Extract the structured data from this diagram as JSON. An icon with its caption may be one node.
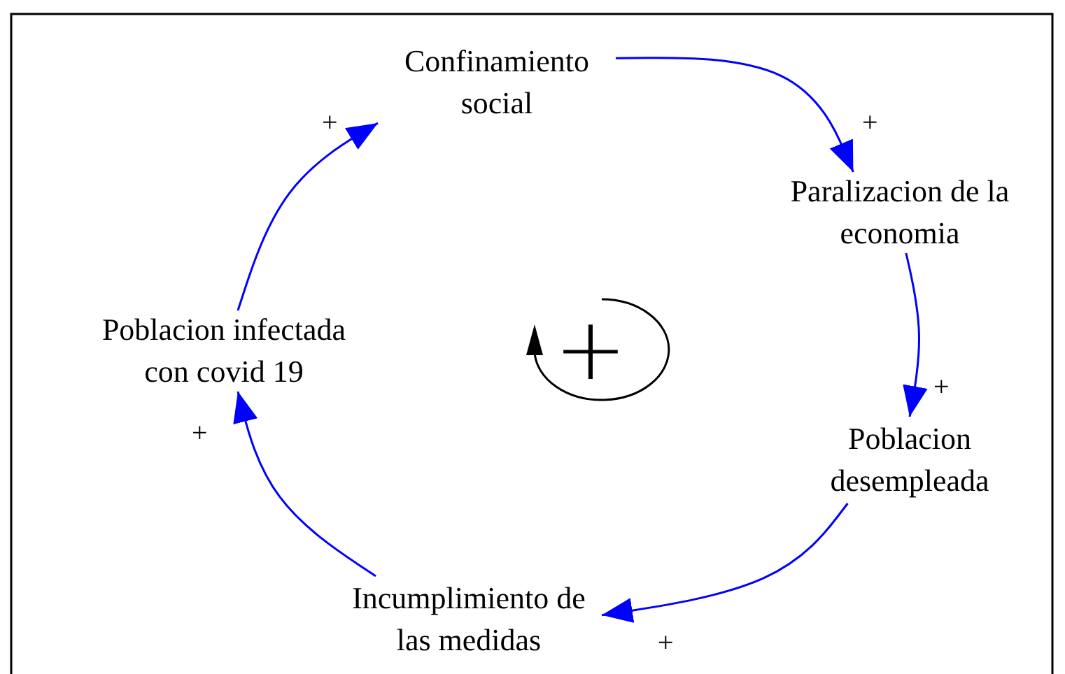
{
  "diagram": {
    "nodes": [
      {
        "text": [
          "Confinamiento social"
        ]
      },
      {
        "text": [
          "Paralizacion de la economia"
        ]
      },
      {
        "text": [
          "Poblacion desempleada"
        ]
      },
      {
        "text": [
          "Incumplimiento de las medidas"
        ]
      },
      {
        "text": [
          "Poblacion infectada con covid 19"
        ]
      }
    ],
    "edges": [
      {
        "from": 0,
        "to": 1,
        "arrow": "to",
        "label": "+"
      },
      {
        "from": 1,
        "to": 2,
        "arrow": "to",
        "label": "+"
      },
      {
        "from": 2,
        "to": 3,
        "arrow": "to",
        "label": "+"
      },
      {
        "from": 3,
        "to": 4,
        "arrow": "to",
        "label": "+"
      },
      {
        "from": 4,
        "to": 0,
        "arrow": "to",
        "label": "+"
      }
    ],
    "labels": [
      "+"
    ]
  }
}
